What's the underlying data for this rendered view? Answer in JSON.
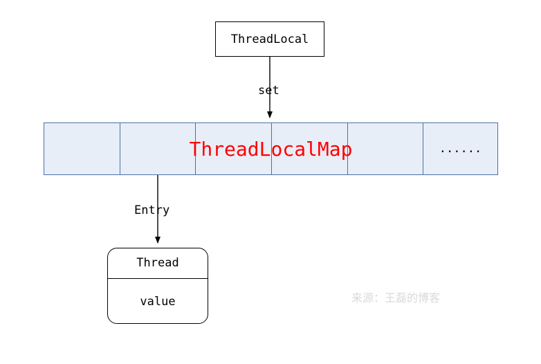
{
  "diagram": {
    "title_box": {
      "label": "ThreadLocal"
    },
    "edges": [
      {
        "name": "set",
        "label": "set"
      },
      {
        "name": "entry",
        "label": "Entry"
      }
    ],
    "map_strip": {
      "label": "ThreadLocalMap",
      "label_color": "#ff0000",
      "fill_color": "#e8eef8",
      "border_color": "#4a6fa5",
      "cells": [
        {
          "label": ""
        },
        {
          "label": ""
        },
        {
          "label": ""
        },
        {
          "label": ""
        },
        {
          "label": ""
        },
        {
          "label": "......"
        }
      ],
      "ellipsis": "......"
    },
    "entry_node": {
      "key_label": "Thread",
      "value_label": "value"
    },
    "watermark": "来源：王磊的博客"
  }
}
